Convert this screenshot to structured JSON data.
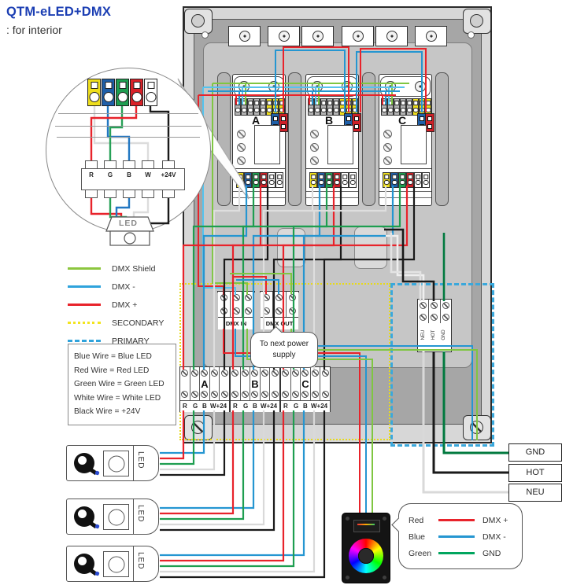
{
  "header": {
    "title": "QTM-eLED+DMX",
    "subtitle": ": for interior"
  },
  "legend": {
    "items": [
      {
        "label": "DMX Shield",
        "color": "#8cc63e",
        "style": "solid"
      },
      {
        "label": "DMX -",
        "color": "#2fa3dc",
        "style": "solid"
      },
      {
        "label": "DMX +",
        "color": "#e8232b",
        "style": "solid"
      },
      {
        "label": "SECONDARY",
        "color": "#f2e41f",
        "style": "dotted"
      },
      {
        "label": "PRIMARY",
        "color": "#2fa3dc",
        "style": "dashed"
      }
    ]
  },
  "wire_info": {
    "lines": [
      "Blue Wire = Blue LED",
      "Red Wire = Red LED",
      "Green Wire = Green LED",
      "White Wire = White LED",
      "Black Wire = +24V"
    ]
  },
  "magnifier": {
    "pins": [
      "R",
      "G",
      "B",
      "W",
      "+24V"
    ],
    "connector_label": "LED"
  },
  "modules": [
    {
      "label": "A"
    },
    {
      "label": "B"
    },
    {
      "label": "C"
    }
  ],
  "dmx": {
    "in_label": "DMX IN",
    "out_label": "DMX OUT",
    "bubble": "To next power supply"
  },
  "output_strips": [
    {
      "letter": "A",
      "pin_labels": [
        "R",
        "G",
        "B",
        "W+24"
      ]
    },
    {
      "letter": "B",
      "pin_labels": [
        "R",
        "G",
        "B",
        "W+24"
      ]
    },
    {
      "letter": "C",
      "pin_labels": [
        "R",
        "G",
        "B",
        "W+24"
      ]
    }
  ],
  "primary_block": {
    "terminals": [
      "NEU",
      "HOT",
      "GND"
    ]
  },
  "mains_labels": [
    "GND",
    "HOT",
    "NEU"
  ],
  "controller_legend": [
    {
      "name": "Red",
      "signal": "DMX +",
      "color": "#e8232b"
    },
    {
      "name": "Blue",
      "signal": "DMX -",
      "color": "#2596d1"
    },
    {
      "name": "Green",
      "signal": "GND",
      "color": "#00a55e"
    }
  ],
  "led_strips": [
    {
      "label": "LED"
    },
    {
      "label": "LED"
    },
    {
      "label": "LED"
    }
  ]
}
